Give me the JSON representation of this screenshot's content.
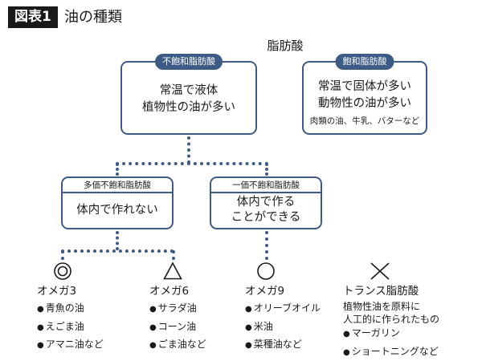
{
  "header": {
    "tag": "図表1",
    "title": "油の種類"
  },
  "root": {
    "label": "脂肪酸"
  },
  "unsaturated": {
    "tag": "不飽和脂肪酸",
    "line1": "常温で液体",
    "line2": "植物性の油が多い"
  },
  "saturated": {
    "tag": "飽和脂肪酸",
    "line1": "常温で固体が多い",
    "line2": "動物性の油が多い",
    "examples": "肉類の油、牛乳、バターなど"
  },
  "poly": {
    "tag": "多価不飽和脂肪酸",
    "text": "体内で作れない"
  },
  "mono": {
    "tag": "一価不飽和脂肪酸",
    "line1": "体内で作る",
    "line2": "ことができる"
  },
  "bullet": "●",
  "categories": {
    "omega3": {
      "symbol": "◎",
      "label": "オメガ3",
      "items": [
        "青魚の油",
        "えごま油",
        "アマニ油など"
      ]
    },
    "omega6": {
      "symbol": "△",
      "label": "オメガ6",
      "items": [
        "サラダ油",
        "コーン油",
        "ごま油など"
      ]
    },
    "omega9": {
      "symbol": "○",
      "label": "オメガ9",
      "items": [
        "オリーブオイル",
        "米油",
        "菜種油など"
      ]
    },
    "trans": {
      "symbol": "×",
      "label": "トランス脂肪酸",
      "note1": "植物性油を原料に",
      "note2": "人工的に作られたもの",
      "items": [
        "マーガリン",
        "ショートニングなど"
      ]
    }
  }
}
